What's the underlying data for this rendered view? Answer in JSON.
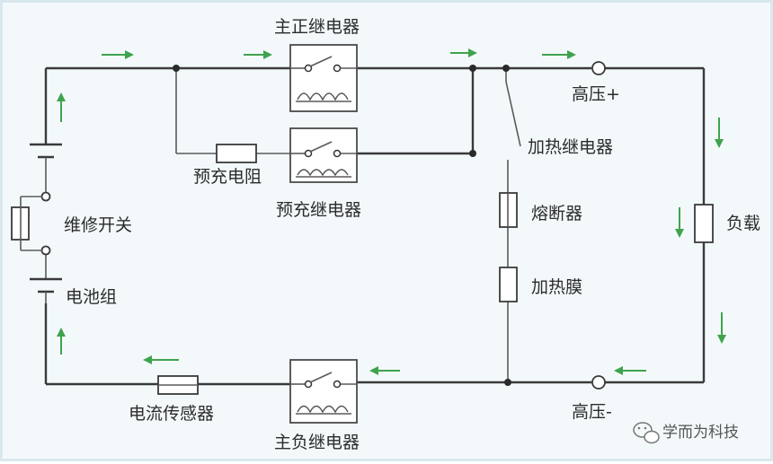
{
  "labels": {
    "main_pos_relay": "主正继电器",
    "precharge_resistor": "预充电阻",
    "precharge_relay": "预充继电器",
    "heating_relay": "加热继电器",
    "hv_plus": "高压+",
    "fuse": "熔断器",
    "heating_film": "加热膜",
    "load": "负载",
    "service_switch": "维修开关",
    "battery_pack": "电池组",
    "current_sensor": "电流传感器",
    "main_neg_relay": "主负继电器",
    "hv_minus": "高压-"
  },
  "watermark": {
    "text": "学而为科技",
    "icon": "wechat-icon"
  },
  "colors": {
    "arrow": "#3fa34d",
    "wire": "#3a3a3a",
    "background": "#f3f9fb"
  }
}
